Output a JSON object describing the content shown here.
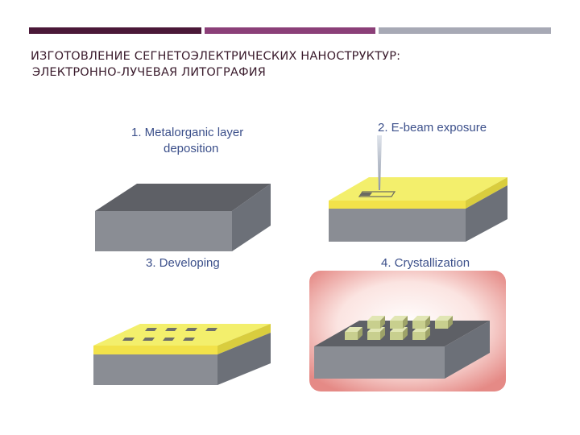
{
  "header": {
    "bars": [
      {
        "color": "#4a1838"
      },
      {
        "color": "#8b3f78"
      },
      {
        "color": "#a7a9b5"
      }
    ],
    "title_line1": "ИЗГОТОВЛЕНИЕ СЕГНЕТОЭЛЕКТРИЧЕСКИХ НАНОСТРУКТУР:",
    "title_line2": "ЭЛЕКТРОННО-ЛУЧЕВАЯ ЛИТОГРАФИЯ"
  },
  "figure": {
    "steps": [
      {
        "label_line1": "1. Metalorganic layer",
        "label_line2": "deposition"
      },
      {
        "label_line1": "2. E-beam exposure"
      },
      {
        "label_line1": "3. Developing"
      },
      {
        "label_line1": "4. Crystallization"
      }
    ],
    "colors": {
      "substrate_top": "#5e6066",
      "substrate_front": "#8a8d94",
      "substrate_side": "#6c7078",
      "resist": "#f3ef6c",
      "label": "#3b4f8a",
      "furnace_glow": "#e48a86"
    }
  }
}
